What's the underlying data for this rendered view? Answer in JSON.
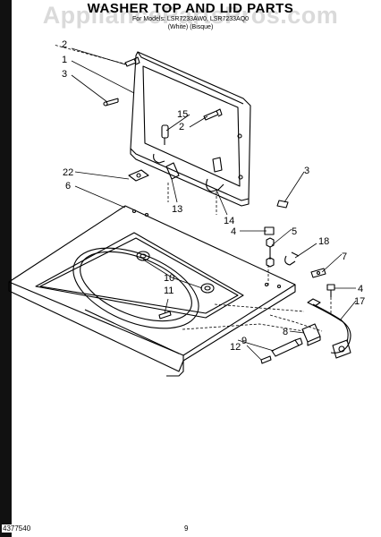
{
  "header": {
    "title": "WASHER TOP AND LID PARTS",
    "watermark": "AppliancePartsPros.com",
    "for_models": "For Models: LSR7233AW0, LSR7233AQ0",
    "model_codes": "(White)   (Bisque)"
  },
  "footer": {
    "doc_number": "4377540",
    "page_number": "9"
  },
  "callouts": [
    {
      "id": "c1",
      "text": "1"
    },
    {
      "id": "c2a",
      "text": "2"
    },
    {
      "id": "c2b",
      "text": "2"
    },
    {
      "id": "c3a",
      "text": "3"
    },
    {
      "id": "c3b",
      "text": "3"
    },
    {
      "id": "c4a",
      "text": "4"
    },
    {
      "id": "c4b",
      "text": "4"
    },
    {
      "id": "c5",
      "text": "5"
    },
    {
      "id": "c6",
      "text": "6"
    },
    {
      "id": "c7",
      "text": "7"
    },
    {
      "id": "c8",
      "text": "8"
    },
    {
      "id": "c9",
      "text": "9"
    },
    {
      "id": "c10",
      "text": "10"
    },
    {
      "id": "c11",
      "text": "11"
    },
    {
      "id": "c12",
      "text": "12"
    },
    {
      "id": "c13",
      "text": "13"
    },
    {
      "id": "c14",
      "text": "14"
    },
    {
      "id": "c15",
      "text": "15"
    },
    {
      "id": "c17",
      "text": "17"
    },
    {
      "id": "c18",
      "text": "18"
    },
    {
      "id": "c22",
      "text": "22"
    }
  ]
}
